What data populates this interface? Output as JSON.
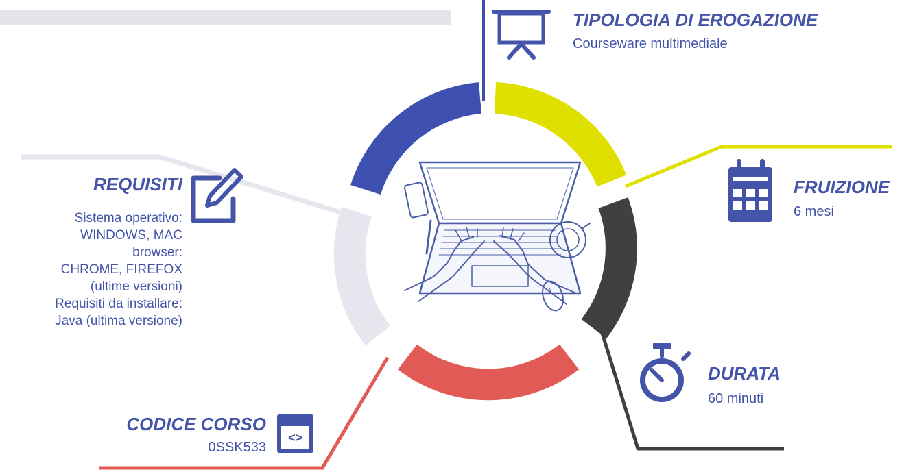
{
  "colors": {
    "accent_blue": "#4454a8",
    "ring_blue": "#3f51b0",
    "ring_yellow": "#dfe000",
    "ring_dark": "#404040",
    "ring_red": "#e25a55",
    "ring_light": "#e6e6ee",
    "light_bar": "#e4e5eb"
  },
  "icons": {
    "tipologia": "presentation-board-icon",
    "fruizione": "calendar-icon",
    "durata": "stopwatch-icon",
    "codice": "code-window-icon",
    "requisiti": "edit-icon",
    "center": "laptop-hands-sketch"
  },
  "sections": {
    "tipologia": {
      "title": "TIPOLOGIA DI EROGAZIONE",
      "value": "Courseware multimediale"
    },
    "fruizione": {
      "title": "FRUIZIONE",
      "value": "6 mesi"
    },
    "durata": {
      "title": "DURATA",
      "value": "60 minuti"
    },
    "codice": {
      "title": "CODICE CORSO",
      "value": "0SSK533"
    },
    "requisiti": {
      "title": "REQUISITI",
      "lines": [
        "Sistema operativo:",
        "WINDOWS, MAC",
        "browser:",
        "CHROME, FIREFOX",
        "(ultime versioni)",
        "Requisiti da installare:",
        "Java (ultima versione)"
      ]
    }
  }
}
